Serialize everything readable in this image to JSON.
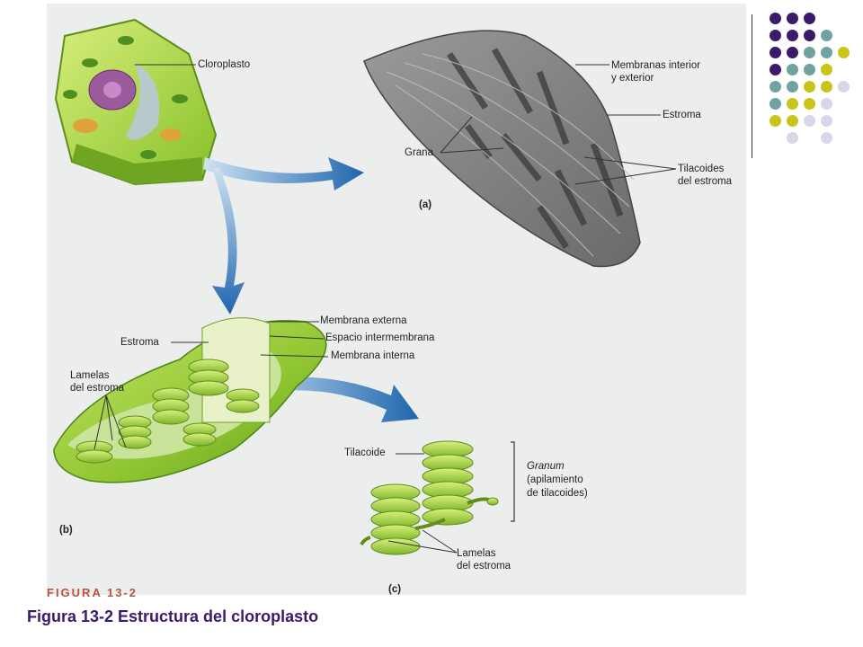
{
  "figure": {
    "caption": "Figura 13-2 Estructura del cloroplasto",
    "cut_heading": "FIGURA 13-2"
  },
  "panel_a": {
    "tag": "(a)",
    "labels": {
      "cloroplasto": "Cloroplasto",
      "membranas_line1": "Membranas interior",
      "membranas_line2": "y exterior",
      "estroma": "Estroma",
      "grana": "Grana",
      "tilacoides_line1": "Tilacoides",
      "tilacoides_line2": "del estroma"
    }
  },
  "panel_b": {
    "tag": "(b)",
    "labels": {
      "membrana_externa": "Membrana externa",
      "espacio_intermembrana": "Espacio intermembrana",
      "membrana_interna": "Membrana interna",
      "estroma": "Estroma",
      "lamelas_line1": "Lamelas",
      "lamelas_line2": "del estroma"
    }
  },
  "panel_c": {
    "tag": "(c)",
    "labels": {
      "tilacoide": "Tilacoide",
      "granum_line1": "Granum",
      "granum_line2": "(apilamiento",
      "granum_line3": "de tilacoides)",
      "lamelas_line1": "Lamelas",
      "lamelas_line2": "del estroma"
    }
  },
  "colors": {
    "caption": "#3a1a6e",
    "arrow_blue": "#2a6fb0",
    "chloroplast_green": "#a6d43a",
    "dot_purple": "#3b1a6b",
    "dot_teal": "#6fa3a0",
    "dot_yellow": "#c8c41a",
    "dot_lavender": "#d8d6ea"
  }
}
